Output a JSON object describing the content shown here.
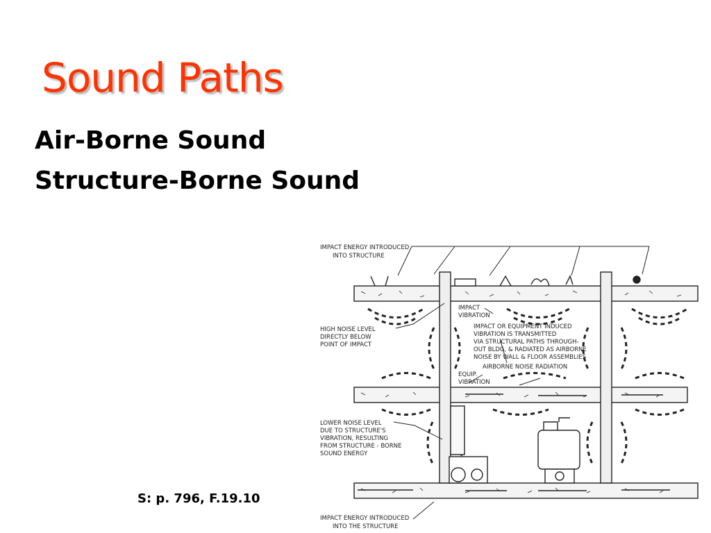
{
  "slide": {
    "title": "Sound Paths",
    "bullets": [
      "Air-Borne Sound",
      "Structure-Borne Sound"
    ],
    "source": "S: p. 796, F.19.10"
  },
  "diagram": {
    "labels": {
      "impact_top_1": "IMPACT ENERGY INTRODUCED",
      "impact_top_2": "INTO STRUCTURE",
      "impact_vib_1": "IMPACT",
      "impact_vib_2": "VIBRATION",
      "induced_1": "IMPACT OR EQUIPMENT INDUCED",
      "induced_2": "VIBRATION IS TRANSMITTED",
      "induced_3": "VIA STRUCTURAL PATHS THROUGH-",
      "induced_4": "OUT BLDG, & RADIATED AS AIRBORNE",
      "induced_5": "NOISE BY WALL & FLOOR ASSEMBLIES",
      "airborne_radiation": "AIRBORNE NOISE RADIATION",
      "equip_1": "EQUIP.",
      "equip_2": "VIBRATION",
      "high_1": "HIGH NOISE LEVEL",
      "high_2": "DIRECTLY BELOW",
      "high_3": "POINT OF IMPACT",
      "lower_1": "LOWER NOISE LEVEL",
      "lower_2": "DUE TO STRUCTURE'S",
      "lower_3": "VIBRATION, RESULTING",
      "lower_4": "FROM STRUCTURE - BORNE",
      "lower_5": "SOUND ENERGY",
      "impact_bottom_1": "IMPACT ENERGY INTRODUCED",
      "impact_bottom_2": "INTO THE STRUCTURE"
    }
  }
}
